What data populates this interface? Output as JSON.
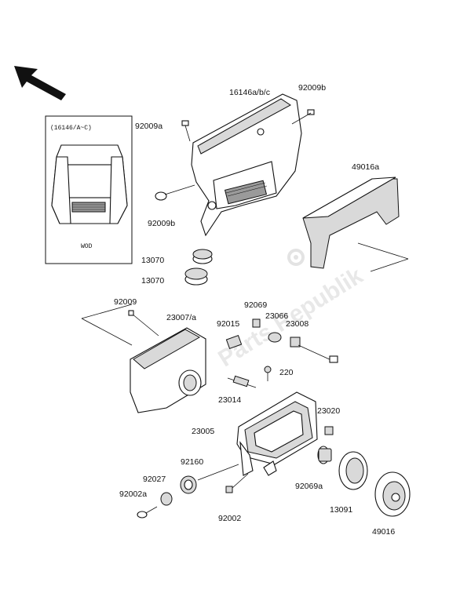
{
  "watermark": "Parts Republik",
  "inset": {
    "caption": "(16146/A~C)",
    "footer": "WOD"
  },
  "labels": {
    "l_16146": "16146a/b/c",
    "l_92009b_top": "92009b",
    "l_92009a": "92009a",
    "l_92009b_left": "92009b",
    "l_49016a": "49016a",
    "l_13070_a": "13070",
    "l_13070_b": "13070",
    "l_92009": "92009",
    "l_23007": "23007/a",
    "l_92015": "92015",
    "l_92069": "92069",
    "l_23066": "23066",
    "l_23008": "23008",
    "l_220": "220",
    "l_23014": "23014",
    "l_23020": "23020",
    "l_23005": "23005",
    "l_92160": "92160",
    "l_92027": "92027",
    "l_92002a": "92002a",
    "l_92069a": "92069a",
    "l_92002": "92002",
    "l_13091": "13091",
    "l_49016": "49016"
  }
}
